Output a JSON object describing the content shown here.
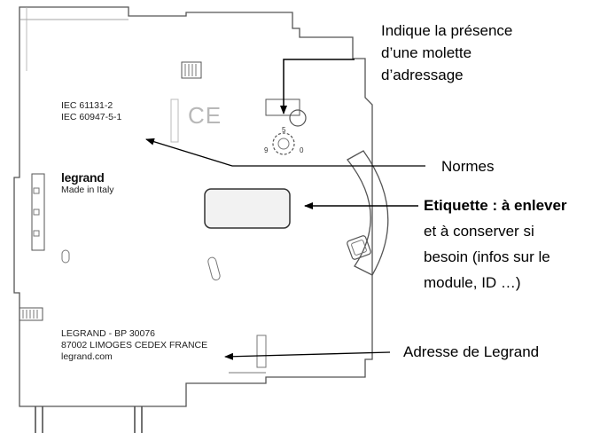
{
  "device": {
    "standards": [
      "IEC 61131-2",
      "IEC 60947-5-1"
    ],
    "brand": "legrand",
    "made_in": "Made in Italy",
    "ce_mark": "CE",
    "address": [
      "LEGRAND - BP 30076",
      "87002 LIMOGES CEDEX FRANCE",
      "legrand.com"
    ],
    "dial_labels": {
      "top": "5",
      "left": "9",
      "right": "0"
    }
  },
  "annotations": {
    "molette": [
      "Indique la présence",
      "d’une molette",
      "d’adressage"
    ],
    "normes": "Normes",
    "etiquette_title": "Etiquette : à enlever",
    "etiquette_body": [
      "et à conserver si",
      "besoin (infos sur le",
      "module, ID …)"
    ],
    "adresse": "Adresse de Legrand"
  },
  "colors": {
    "outline": "#555555",
    "label_fill": "#f2f2f2",
    "arrow": "#000000"
  }
}
